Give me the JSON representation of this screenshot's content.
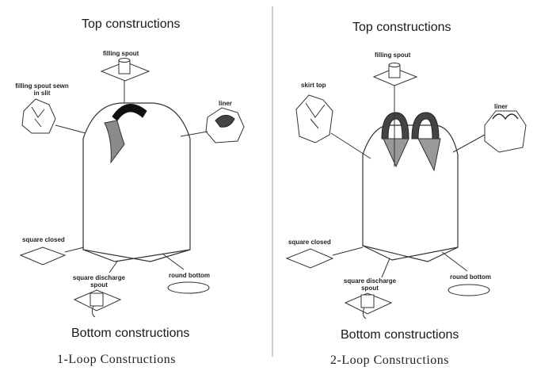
{
  "left": {
    "top_title": "Top constructions",
    "bottom_title": "Bottom constructions",
    "caption": "1-Loop Constructions",
    "labels": {
      "filling_spout": "filling spout",
      "filling_spout_sewn": "filling spout sewn in slit",
      "liner": "liner",
      "square_closed": "square closed",
      "square_discharge": "square discharge spout",
      "round_bottom": "round bottom"
    }
  },
  "right": {
    "top_title": "Top constructions",
    "bottom_title": "Bottom constructions",
    "caption": "2-Loop Constructions",
    "labels": {
      "filling_spout": "filling spout",
      "skirt_top": "skirt top",
      "liner": "liner",
      "square_closed": "square closed",
      "square_discharge": "square discharge spout",
      "round_bottom": "round bottom"
    }
  }
}
